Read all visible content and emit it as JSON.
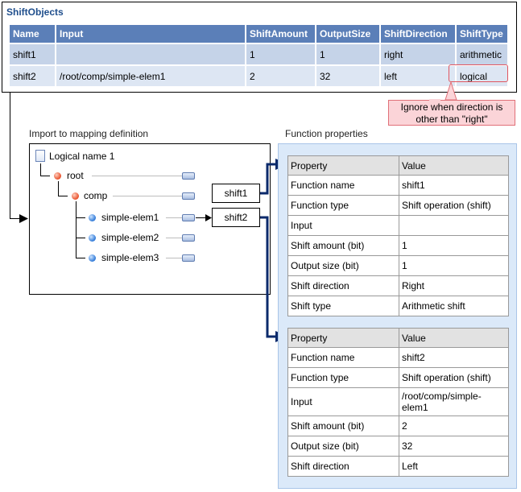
{
  "shift_objects": {
    "title": "ShiftObjects",
    "columns": [
      "Name",
      "Input",
      "ShiftAmount",
      "OutputSize",
      "ShiftDirection",
      "ShiftType"
    ],
    "rows": [
      [
        "shift1",
        "",
        "1",
        "1",
        "right",
        "arithmetic"
      ],
      [
        "shift2",
        "/root/comp/simple-elem1",
        "2",
        "32",
        "left",
        "logical"
      ]
    ]
  },
  "callout_text": "Ignore when direction is other than \"right\"",
  "mapping": {
    "label": "Import to mapping definition",
    "logical_name": "Logical name 1",
    "nodes": [
      "root",
      "comp",
      "simple-elem1",
      "simple-elem2",
      "simple-elem3"
    ],
    "functions": [
      "shift1",
      "shift2"
    ]
  },
  "function_properties": {
    "label": "Function properties",
    "header": [
      "Property",
      "Value"
    ],
    "tables": [
      {
        "rows": [
          [
            "Function name",
            "shift1"
          ],
          [
            "Function type",
            "Shift operation (shift)"
          ],
          [
            "Input",
            ""
          ],
          [
            "Shift amount (bit)",
            "1"
          ],
          [
            "Output size (bit)",
            "1"
          ],
          [
            "Shift direction",
            "Right"
          ],
          [
            "Shift type",
            "Arithmetic shift"
          ]
        ]
      },
      {
        "rows": [
          [
            "Function name",
            "shift2"
          ],
          [
            "Function type",
            "Shift operation (shift)"
          ],
          [
            "Input",
            "/root/comp/simple-elem1"
          ],
          [
            "Shift amount (bit)",
            "2"
          ],
          [
            "Output size (bit)",
            "32"
          ],
          [
            "Shift direction",
            "Left"
          ]
        ]
      }
    ]
  },
  "colors": {
    "header_blue": "#5b7fb8",
    "row_light": "#c5d3e8",
    "arrow_navy": "#0b2a6b",
    "callout_pink": "#fbd4d8",
    "panel_blue": "#dbe9f9"
  }
}
